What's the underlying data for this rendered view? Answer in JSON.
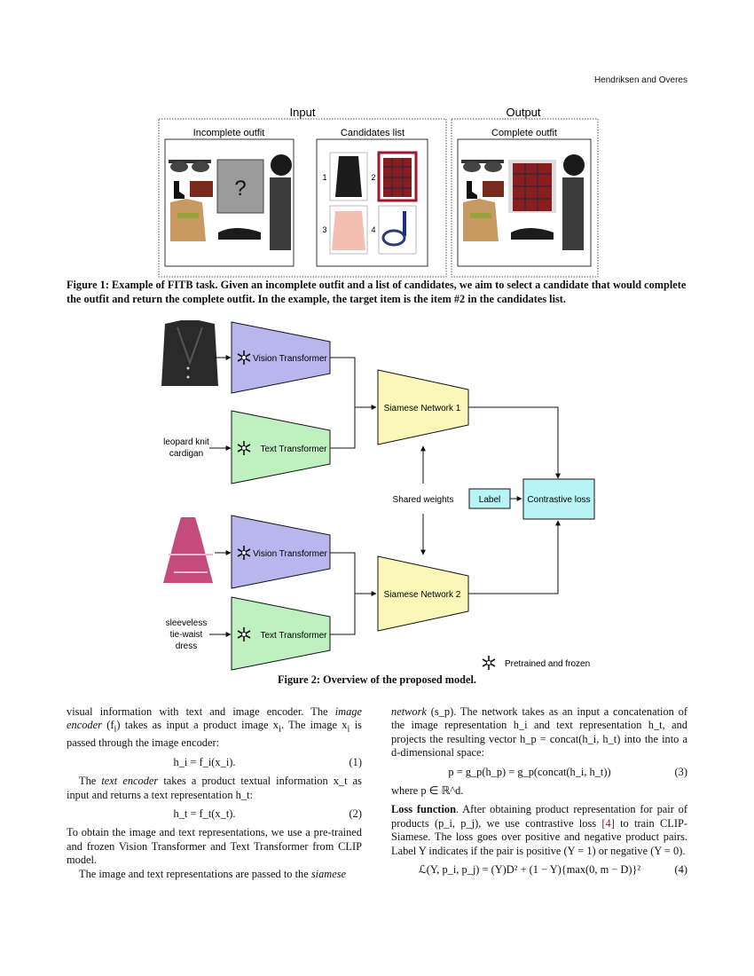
{
  "header": {
    "authors": "Hendriksen and Overes"
  },
  "figure1": {
    "input_title": "Input",
    "output_title": "Output",
    "incomplete_outfit_label": "Incomplete outfit",
    "candidates_list_label": "Candidates list",
    "complete_outfit_label": "Complete outfit",
    "missing_mark": "?",
    "candidate_numbers": [
      "1",
      "2",
      "3",
      "4"
    ],
    "caption": "Figure 1: Example of FITB task. Given an incomplete outfit and a list of candidates, we aim to select a candidate that would complete the outfit and return the complete outfit. In the example, the target item is the item #2 in the candidates list."
  },
  "figure2": {
    "vision_transformer_1": "Vision Transformer",
    "text_transformer_1": "Text Transformer",
    "vision_transformer_2": "Vision Transformer",
    "text_transformer_2": "Text Transformer",
    "siamese_1": "Siamese Network 1",
    "siamese_2": "Siamese Network 2",
    "shared_weights": "Shared weights",
    "label_box": "Label",
    "contrastive_loss": "Contrastive loss",
    "text_input_1": [
      "leopard knit",
      "cardigan"
    ],
    "text_input_2": [
      "sleeveless",
      "tie-waist",
      "dress"
    ],
    "legend": "Pretrained and frozen",
    "caption": "Figure 2: Overview of the proposed model."
  },
  "left_column": {
    "p1_a": "visual information with text and image encoder. The ",
    "p1_b": "image encoder",
    "p1_c": " (f",
    "p1_d": "i",
    "p1_e": ") takes as input a product image x",
    "p1_f": "i",
    "p1_g": ". The image x",
    "p1_h": "i",
    "p1_i": " is passed through the image encoder:",
    "eq1": "h_i = f_i(x_i).",
    "eq1_num": "(1)",
    "p2_a": "The ",
    "p2_b": "text encoder",
    "p2_c": " takes a product textual information x_t as input and returns a text representation h_t:",
    "eq2": "h_t = f_t(x_t).",
    "eq2_num": "(2)",
    "p3": "To obtain the image and text representations, we use a pre-trained and frozen Vision Transformer and Text Transformer from CLIP model.",
    "p4_a": "The image and text representations are passed to the ",
    "p4_b": "siamese"
  },
  "right_column": {
    "p1_a": "network",
    "p1_b": "(s_p). The network takes as an input a concatenation of the image representation h_i and text representation h_t, and projects the resulting vector h_p = concat(h_i, h_t) into the into a d-dimensional space:",
    "eq3": "p = g_p(h_p) = g_p(concat(h_i, h_t))",
    "eq3_num": "(3)",
    "p2": "where p ∈ ℝ^d.",
    "loss_heading": "Loss function",
    "p3_a": ". After obtaining product representation for pair of products (p_i, p_j), we use contrastive loss ",
    "p3_cite": "[4]",
    "p3_b": " to train CLIP-Siamese. The loss goes over positive and negative product pairs. Label Y indicates if the pair is positive (Y = 1) or negative (Y = 0).",
    "eq4": "ℒ(Y, p_i, p_j) = (Y)D² + (1 − Y){max(0, m − D)}²",
    "eq4_num": "(4)"
  },
  "colors": {
    "vision": "#b9b6ee",
    "text": "#bff0bf",
    "siamese": "#fbf7b8",
    "loss": "#b8f4f6",
    "citation": "#7a1f3d"
  }
}
